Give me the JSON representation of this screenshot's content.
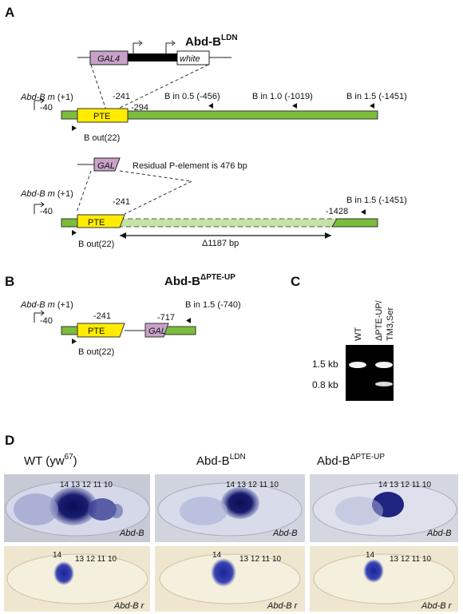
{
  "colors": {
    "green_bar": "#7cbd3b",
    "green_light": "#c6e3a6",
    "pte_yellow": "#ffec00",
    "gal_purple": "#c8a2c8",
    "stain_dark": "#1a1d6e",
    "embryo_blue": "#b8c0dd",
    "embryo_tan": "#efe6cf",
    "gel_black": "#000000",
    "gel_band": "#f4f4f4"
  },
  "panelA": {
    "label": "A",
    "title_main": "Abd-B",
    "title_sup": "LDN",
    "p_element": {
      "gal4": "GAL4",
      "white": "white"
    },
    "top": {
      "abdb_label": "Abd-B m",
      "abdb_pos": "(+1)",
      "m40": "-40",
      "m241": "-241",
      "m294": "-294",
      "pte": "PTE",
      "bin05": "B in 0.5 (-456)",
      "bin10": "B in 1.0 (-1019)",
      "bin15": "B in 1.5 (-1451)",
      "bout": "B out(22)"
    },
    "bottom": {
      "gal": "GAL",
      "residual": "Residual P-element is 476 bp",
      "abdb_label": "Abd-B m",
      "abdb_pos": "(+1)",
      "m40": "-40",
      "m241": "-241",
      "bin15": "B in 1.5 (-1451)",
      "m1428": "-1428",
      "pte": "PTE",
      "deletion": "Δ1187 bp",
      "bout": "B out(22)"
    }
  },
  "panelB": {
    "label": "B",
    "title_main": "Abd-B",
    "title_sup": "ΔPTE-UP",
    "abdb_label": "Abd-B m",
    "abdb_pos": "(+1)",
    "m40": "-40",
    "m241": "-241",
    "m717": "-717",
    "bin15": "B in 1.5 (-740)",
    "pte": "PTE",
    "gal": "GAL",
    "bout": "B out(22)"
  },
  "panelC": {
    "label": "C",
    "lane1": "WT",
    "lane2_line1": "ΔPTE-UP/",
    "lane2_line2": "TM3,Ser",
    "size1": "1.5 kb",
    "size2": "0.8 kb"
  },
  "panelD": {
    "label": "D",
    "col1_main": "WT (yw",
    "col1_sup": "67",
    "col1_end": ")",
    "col2_main": "Abd-B",
    "col2_sup": "LDN",
    "col3_main": "Abd-B",
    "col3_sup": "ΔPTE-UP",
    "segments": "14 13 12 11 10",
    "seg14": "14",
    "seg_rest": "13 12 11 10",
    "probe_top": "Abd-B",
    "probe_bottom": "Abd-B r"
  }
}
